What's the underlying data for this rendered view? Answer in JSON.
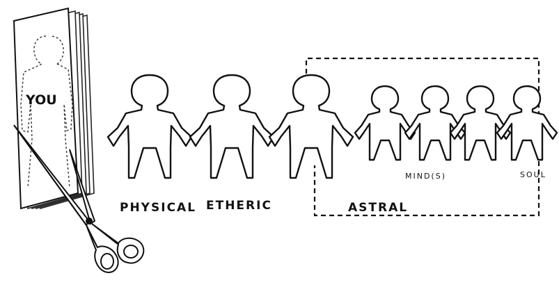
{
  "booklet": {
    "label": "YOU"
  },
  "labels": {
    "physical": "PHYSICAL",
    "etheric": "ETHERIC",
    "astral": "ASTRAL",
    "minds": "MIND(S)",
    "soul": "SOUL"
  },
  "icons": {
    "cutter": "scissors-icon"
  }
}
